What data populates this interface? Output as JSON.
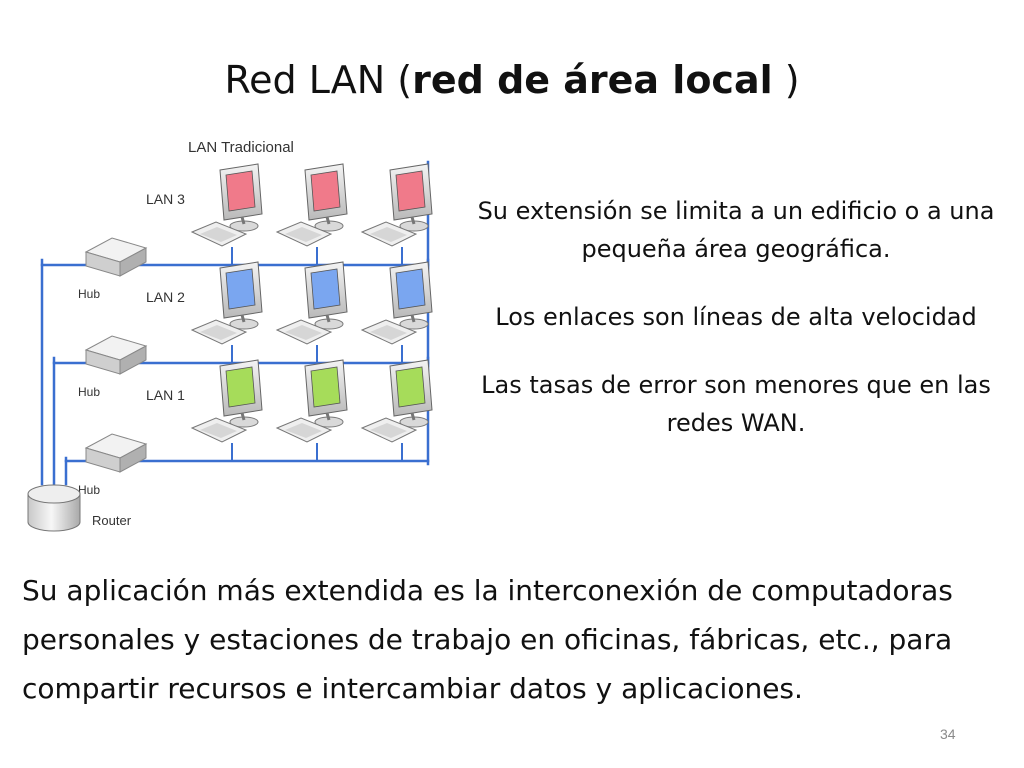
{
  "title": {
    "normal": "Red LAN (",
    "bold": "red de área local",
    "tail": " )"
  },
  "diagram": {
    "caption": "LAN Tradicional",
    "lans": [
      {
        "label": "LAN 3",
        "hub": "Hub",
        "screen_color": "#f07a8a"
      },
      {
        "label": "LAN 2",
        "hub": "Hub",
        "screen_color": "#7aa6f0"
      },
      {
        "label": "LAN 1",
        "hub": "Hub",
        "screen_color": "#a6dc5a"
      }
    ],
    "router_label": "Router",
    "link_color": "#3a6fd0"
  },
  "side_text": [
    "Su extensión se limita a un edificio o a una pequeña área geográfica.",
    "Los enlaces son líneas de alta velocidad",
    "Las tasas de error son menores que en las redes WAN."
  ],
  "body_text": "Su aplicación más extendida es la interconexión de computadoras personales y estaciones de trabajo en oficinas, fábricas, etc., para compartir recursos e intercambiar datos y aplicaciones.",
  "page_number": "34"
}
